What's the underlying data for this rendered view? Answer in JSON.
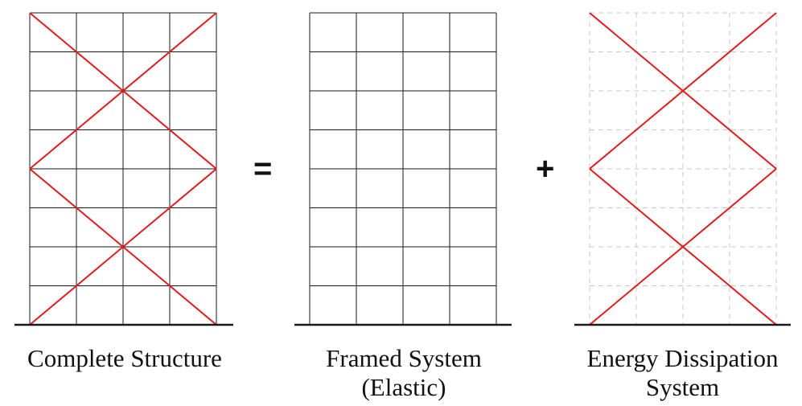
{
  "diagram": {
    "panels": [
      {
        "id": "complete-structure",
        "label_lines": [
          "Complete Structure"
        ]
      },
      {
        "id": "framed-system",
        "label_lines": [
          "Framed System",
          "(Elastic)"
        ]
      },
      {
        "id": "energy-dissipation",
        "label_lines": [
          "Energy Dissipation",
          "System"
        ]
      }
    ],
    "operators": {
      "equals": "=",
      "plus": "+"
    },
    "colors": {
      "frame": "#1a1a1a",
      "brace": "#e31b1b",
      "ghost_grid": "#c8c8c8"
    }
  }
}
